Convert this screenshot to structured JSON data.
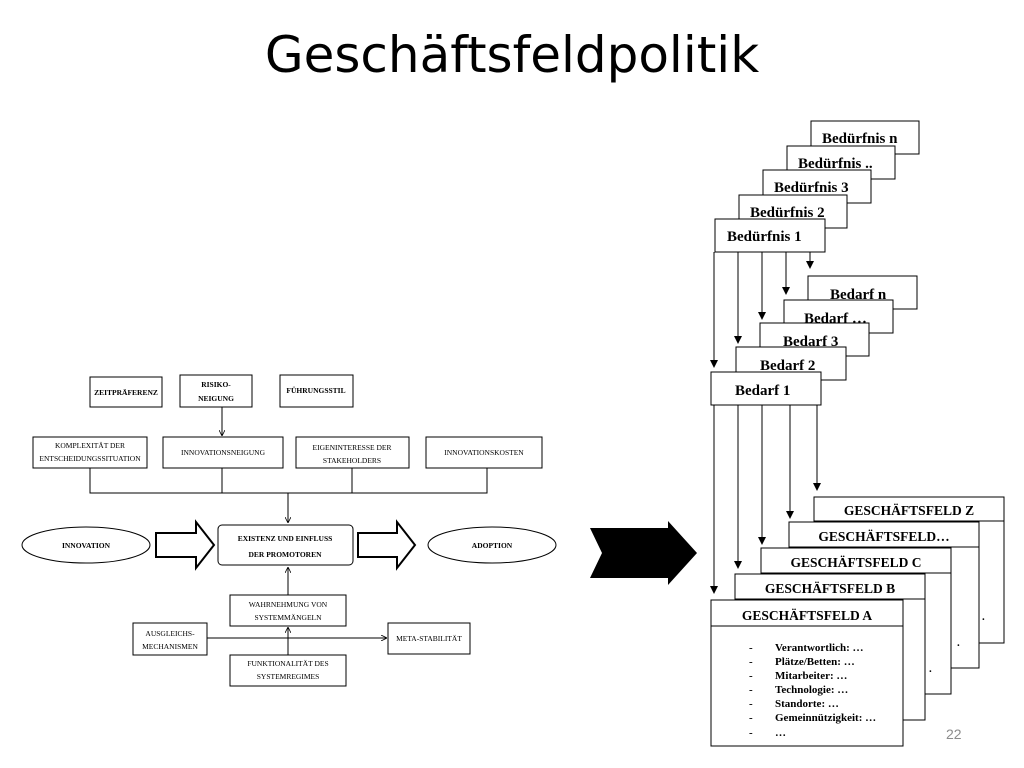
{
  "slide": {
    "title": "Geschäftsfeldpolitik",
    "page_number": "22"
  },
  "left_diagram": {
    "top_factors": [
      "ZEITPRÄFERENZ",
      "RISIKO-",
      "NEIGUNG",
      "FÜHRUNGSSTIL"
    ],
    "mid_factors": [
      "KOMPLEXITÄT DER",
      "ENTSCHEIDUNGSSITUATION",
      "INNOVATIONSNEIGUNG",
      "EIGENINTERESSE DER",
      "STAKEHOLDERS",
      "INNOVATIONSKOSTEN"
    ],
    "innovation": "INNOVATION",
    "promotoren_l1": "EXISTENZ UND EINFLUSS",
    "promotoren_l2": "DER PROMOTOREN",
    "adoption": "ADOPTION",
    "wahrnehmung_l1": "WAHRNEHMUNG VON",
    "wahrnehmung_l2": "SYSTEMMÄNGELN",
    "ausgleich_l1": "AUSGLEICHS-",
    "ausgleich_l2": "MECHANISMEN",
    "meta": "META-STABILITÄT",
    "funktion_l1": "FUNKTIONALITÄT DES",
    "funktion_l2": "SYSTEMREGIMES"
  },
  "right_diagram": {
    "beduerfnisse": [
      "Bedürfnis n",
      "Bedürfnis ..",
      "Bedürfnis 3",
      "Bedürfnis 2",
      "Bedürfnis 1"
    ],
    "bedarfe": [
      "Bedarf n",
      "Bedarf …",
      "Bedarf 3",
      "Bedarf 2",
      "Bedarf 1"
    ],
    "geschaeftsfelder": [
      "GESCHÄFTSFELD Z",
      "GESCHÄFTSFELD…",
      "GESCHÄFTSFELD C",
      "GESCHÄFTSFELD B",
      "GESCHÄFTSFELD A"
    ],
    "details": [
      "Verantwortlich: …",
      "Plätze/Betten: …",
      "Mitarbeiter: …",
      "Technologie: …",
      "Standorte: …",
      "Gemeinnützigkeit: …",
      "…"
    ],
    "bullet": "-",
    "dot": "."
  }
}
